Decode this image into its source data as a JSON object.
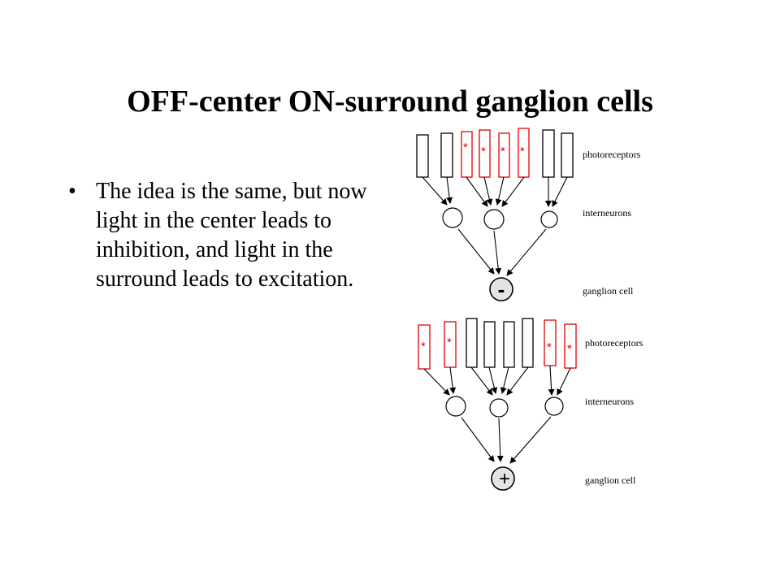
{
  "slide": {
    "title": "OFF-center ON-surround ganglion cells",
    "bullet": "The idea is the same, but now light in the center leads to inhibition, and light in the surround leads to excitation.",
    "bullet_symbol": "•"
  },
  "colors": {
    "stimulated_photoreceptor": "#e00000",
    "photoreceptor": "#000000",
    "ganglion_fill": "#e4e4e4"
  },
  "diagrams": [
    {
      "photoreceptor_label": "photoreceptors",
      "interneuron_label": "interneurons",
      "ganglion_label": "ganglion cell",
      "stimulated_marker": "*",
      "ganglion_sign": "-",
      "stimulated_photoreceptors": [
        false,
        false,
        true,
        true,
        true,
        true,
        false,
        false
      ]
    },
    {
      "photoreceptor_label": "photoreceptors",
      "interneuron_label": "interneurons",
      "ganglion_label": "ganglion cell",
      "stimulated_marker": "*",
      "ganglion_sign": "+",
      "stimulated_photoreceptors": [
        true,
        true,
        false,
        false,
        false,
        false,
        true,
        true
      ]
    }
  ]
}
